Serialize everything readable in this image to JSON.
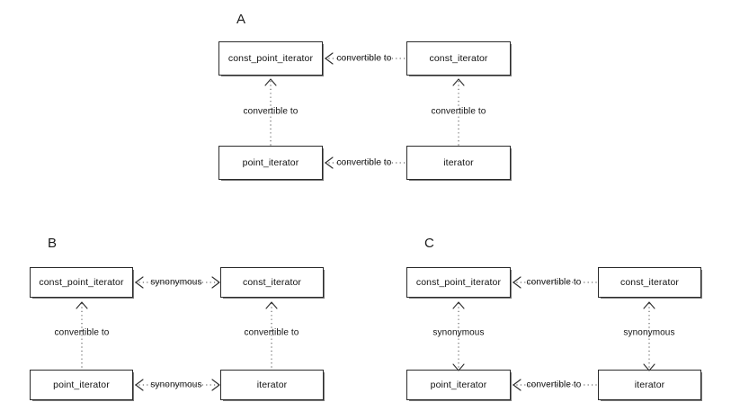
{
  "figure": {
    "background_color": "#ffffff",
    "box_border_color": "#2b2b2b",
    "edge_color": "#4a4a4a",
    "text_color": "#111111"
  },
  "panels": [
    {
      "id": "A",
      "label": "A",
      "nodes": [
        {
          "id": "a-const-point-iterator",
          "text": "const_point_iterator"
        },
        {
          "id": "a-const-iterator",
          "text": "const_iterator"
        },
        {
          "id": "a-point-iterator",
          "text": "point_iterator"
        },
        {
          "id": "a-iterator",
          "text": "iterator"
        }
      ],
      "edges": [
        {
          "id": "a-edge-top",
          "label": "convertible to",
          "direction": "left",
          "orientation": "horizontal"
        },
        {
          "id": "a-edge-bottom",
          "label": "convertible to",
          "direction": "left",
          "orientation": "horizontal"
        },
        {
          "id": "a-edge-left",
          "label": "convertible to",
          "direction": "up",
          "orientation": "vertical"
        },
        {
          "id": "a-edge-right",
          "label": "convertible to",
          "direction": "up",
          "orientation": "vertical"
        }
      ]
    },
    {
      "id": "B",
      "label": "B",
      "nodes": [
        {
          "id": "b-const-point-iterator",
          "text": "const_point_iterator"
        },
        {
          "id": "b-const-iterator",
          "text": "const_iterator"
        },
        {
          "id": "b-point-iterator",
          "text": "point_iterator"
        },
        {
          "id": "b-iterator",
          "text": "iterator"
        }
      ],
      "edges": [
        {
          "id": "b-edge-top",
          "label": "synonymous",
          "direction": "both",
          "orientation": "horizontal"
        },
        {
          "id": "b-edge-bottom",
          "label": "synonymous",
          "direction": "both",
          "orientation": "horizontal"
        },
        {
          "id": "b-edge-left",
          "label": "convertible to",
          "direction": "up",
          "orientation": "vertical"
        },
        {
          "id": "b-edge-right",
          "label": "convertible to",
          "direction": "up",
          "orientation": "vertical"
        }
      ]
    },
    {
      "id": "C",
      "label": "C",
      "nodes": [
        {
          "id": "c-const-point-iterator",
          "text": "const_point_iterator"
        },
        {
          "id": "c-const-iterator",
          "text": "const_iterator"
        },
        {
          "id": "c-point-iterator",
          "text": "point_iterator"
        },
        {
          "id": "c-iterator",
          "text": "iterator"
        }
      ],
      "edges": [
        {
          "id": "c-edge-top",
          "label": "convertible to",
          "direction": "left",
          "orientation": "horizontal"
        },
        {
          "id": "c-edge-bottom",
          "label": "convertible to",
          "direction": "left",
          "orientation": "horizontal"
        },
        {
          "id": "c-edge-left",
          "label": "synonymous",
          "direction": "both",
          "orientation": "vertical"
        },
        {
          "id": "c-edge-right",
          "label": "synonymous",
          "direction": "both",
          "orientation": "vertical"
        }
      ]
    }
  ]
}
